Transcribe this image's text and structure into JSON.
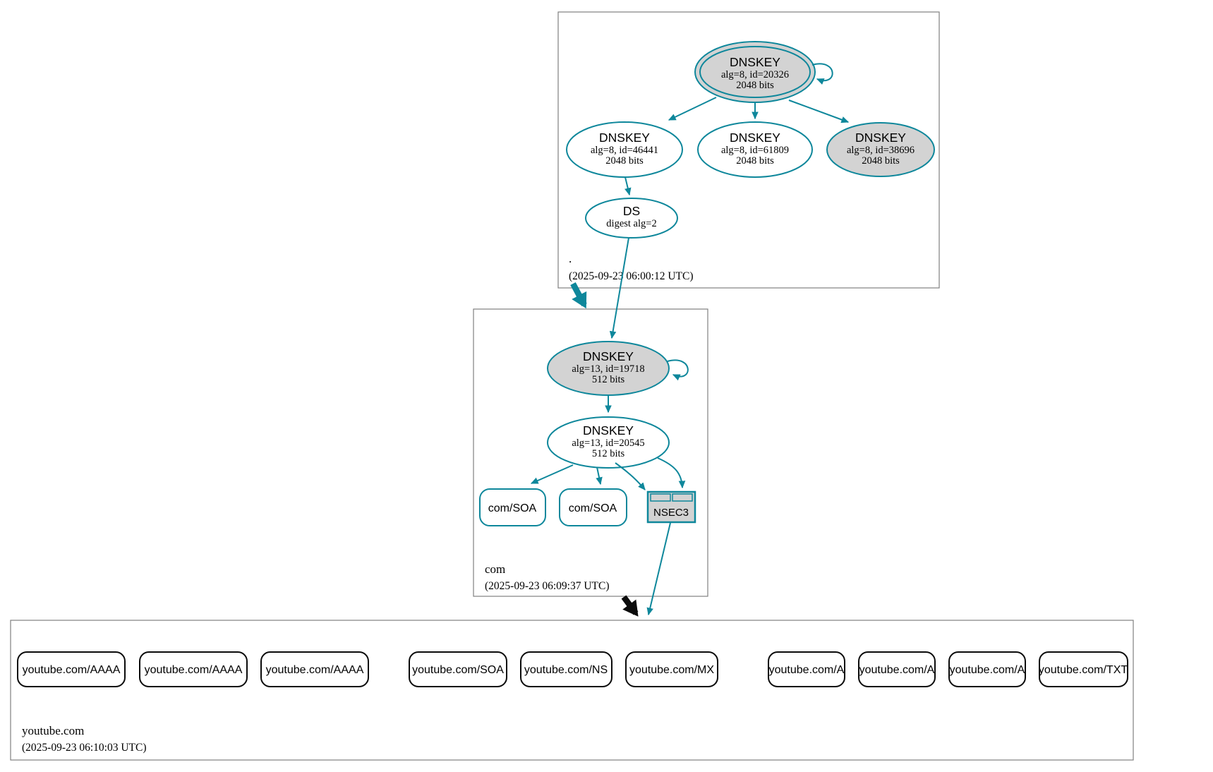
{
  "colors": {
    "secure_edge_teal": "#0e879b",
    "node_fill_gray": "#d3d3d3",
    "zone_box_border": "#808080",
    "rrset_border_black": "#0b0b0b"
  },
  "zones": {
    "root": {
      "label": ".",
      "timestamp": "(2025-09-23 06:00:12 UTC)",
      "nodes": {
        "ksk": {
          "type": "DNSKEY",
          "detail1": "alg=8, id=20326",
          "detail2": "2048 bits"
        },
        "zsk1": {
          "type": "DNSKEY",
          "detail1": "alg=8, id=46441",
          "detail2": "2048 bits"
        },
        "zsk2": {
          "type": "DNSKEY",
          "detail1": "alg=8, id=61809",
          "detail2": "2048 bits"
        },
        "zsk3": {
          "type": "DNSKEY",
          "detail1": "alg=8, id=38696",
          "detail2": "2048 bits"
        },
        "ds": {
          "type": "DS",
          "detail1": "digest alg=2"
        }
      }
    },
    "com": {
      "label": "com",
      "timestamp": "(2025-09-23 06:09:37 UTC)",
      "nodes": {
        "ksk": {
          "type": "DNSKEY",
          "detail1": "alg=13, id=19718",
          "detail2": "512 bits"
        },
        "zsk": {
          "type": "DNSKEY",
          "detail1": "alg=13, id=20545",
          "detail2": "512 bits"
        },
        "soa1": {
          "label": "com/SOA"
        },
        "soa2": {
          "label": "com/SOA"
        },
        "nsec3": {
          "label": "NSEC3"
        }
      }
    },
    "youtube": {
      "label": "youtube.com",
      "timestamp": "(2025-09-23 06:10:03 UTC)",
      "rrsets": [
        {
          "label": "youtube.com/AAAA"
        },
        {
          "label": "youtube.com/AAAA"
        },
        {
          "label": "youtube.com/AAAA"
        },
        {
          "label": "youtube.com/SOA"
        },
        {
          "label": "youtube.com/NS"
        },
        {
          "label": "youtube.com/MX"
        },
        {
          "label": "youtube.com/A"
        },
        {
          "label": "youtube.com/A"
        },
        {
          "label": "youtube.com/A"
        },
        {
          "label": "youtube.com/TXT"
        }
      ]
    }
  }
}
